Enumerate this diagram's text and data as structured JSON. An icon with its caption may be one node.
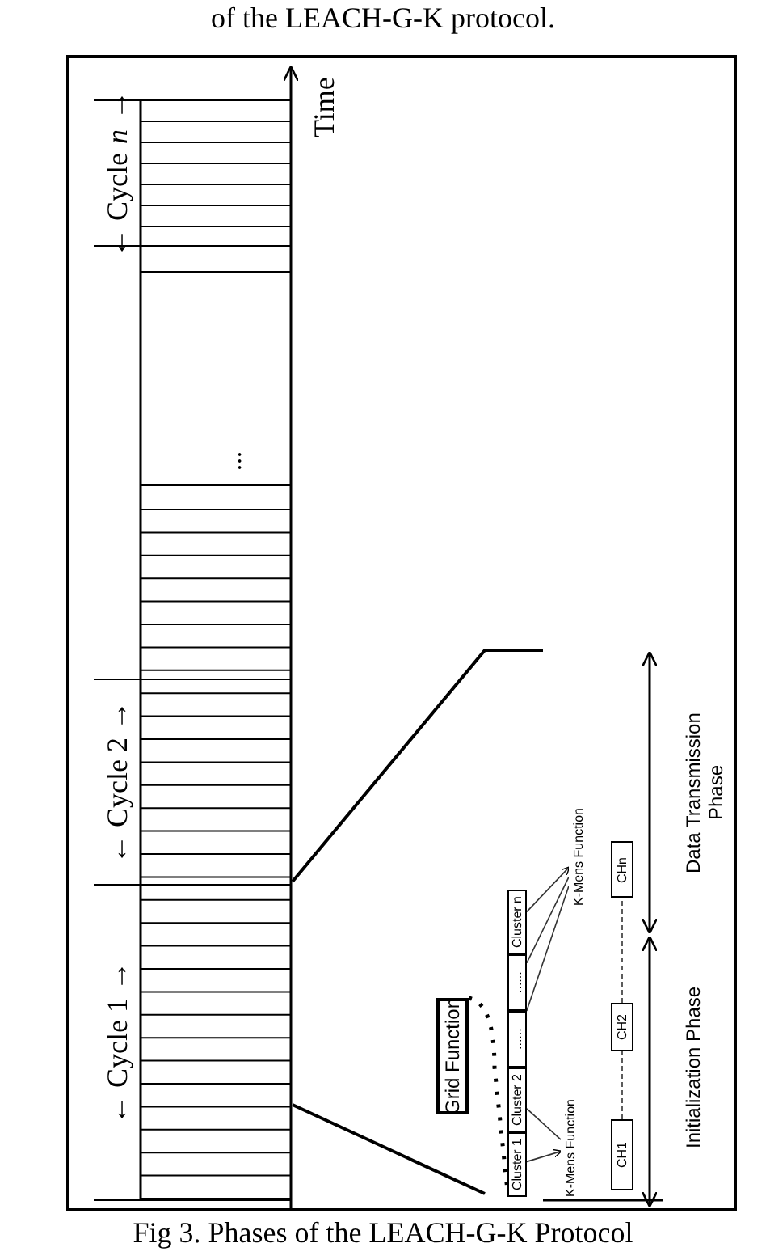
{
  "diagram": {
    "caption": "Fig 3. Phases of the LEACH-G-K Protocol",
    "nodes": [
      {
        "text": [
          "Grid Function"
        ]
      },
      {
        "text": [
          "Cluster 1"
        ]
      },
      {
        "text": [
          "Cluster 2"
        ]
      },
      {
        "text": [
          "......"
        ]
      },
      {
        "text": [
          "......"
        ]
      },
      {
        "text": [
          "Cluster n"
        ]
      },
      {
        "text": [
          "K-Mens Function"
        ]
      },
      {
        "text": [
          "K-Mens Function"
        ]
      },
      {
        "text": [
          "CH1"
        ]
      },
      {
        "text": [
          "CH2"
        ]
      },
      {
        "text": [
          "CHn"
        ]
      }
    ],
    "edges": [
      {
        "from": 0,
        "to": 1,
        "arrow": "none",
        "style": "dashed"
      },
      {
        "from": 1,
        "to": 6,
        "arrow": "to"
      },
      {
        "from": 6,
        "to": 2,
        "arrow": "none"
      },
      {
        "from": 5,
        "to": 7,
        "arrow": "to"
      },
      {
        "from": 7,
        "to": 3,
        "arrow": "none"
      },
      {
        "from": 7,
        "to": 4,
        "arrow": "none"
      },
      {
        "from": 8,
        "to": 9,
        "arrow": "none",
        "style": "dashed"
      },
      {
        "from": 9,
        "to": 10,
        "arrow": "none",
        "style": "dashed"
      }
    ],
    "labels": [
      "of the LEACH-G-K protocol.",
      "Time",
      "← Cycle *n* →",
      "...",
      "← Cycle 2 →",
      "← Cycle 1 →",
      "Data Transmission Phase",
      "Initialization Phase"
    ]
  }
}
